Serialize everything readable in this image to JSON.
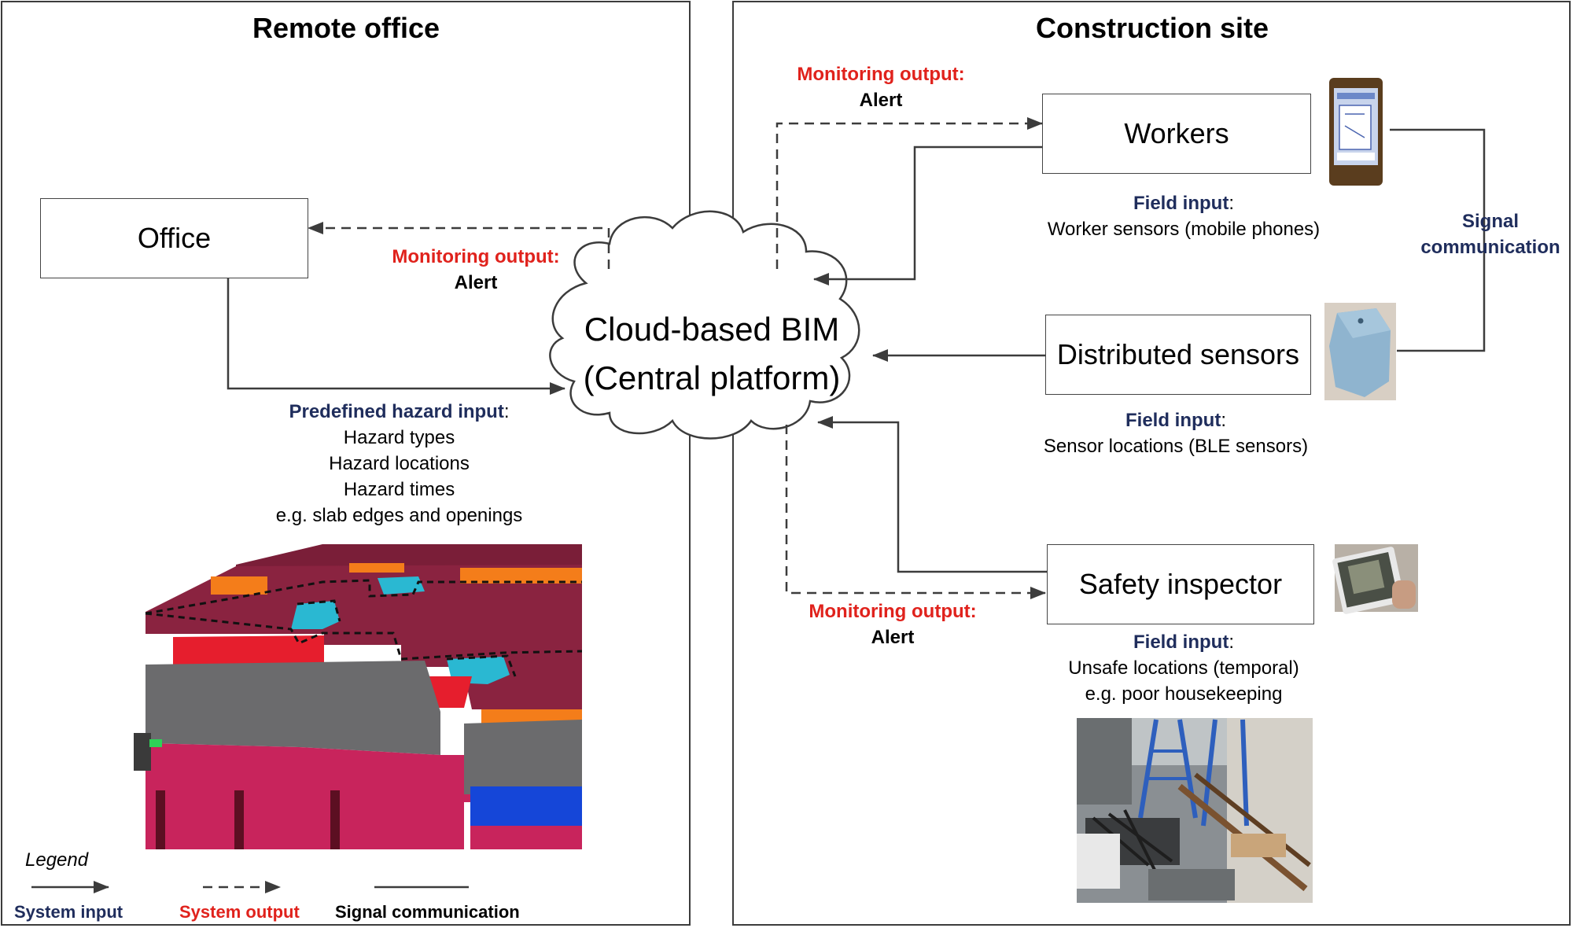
{
  "panels": {
    "remote": {
      "title": "Remote office"
    },
    "site": {
      "title": "Construction site"
    }
  },
  "nodes": {
    "office": "Office",
    "cloud": {
      "line1": "Cloud-based BIM",
      "line2": "(Central platform)"
    },
    "workers": "Workers",
    "sensors": "Distributed sensors",
    "inspector": "Safety inspector"
  },
  "labels": {
    "office_monitoring": {
      "title": "Monitoring output:",
      "value": "Alert"
    },
    "predefined": {
      "title": "Predefined hazard input",
      "colon": ":",
      "items": [
        "Hazard types",
        "Hazard locations",
        "Hazard times",
        "e.g. slab edges and openings"
      ]
    },
    "workers_monitoring": {
      "title": "Monitoring output:",
      "value": "Alert"
    },
    "workers_field": {
      "title": "Field input",
      "colon": ":",
      "value": "Worker sensors (mobile phones)"
    },
    "signal": {
      "line1": "Signal",
      "line2": "communication"
    },
    "sensors_field": {
      "title": "Field input",
      "colon": ":",
      "value": "Sensor locations (BLE sensors)"
    },
    "inspector_monitoring": {
      "title": "Monitoring output:",
      "value": "Alert"
    },
    "inspector_field": {
      "title": "Field input",
      "colon": ":",
      "line1": "Unsafe locations (temporal)",
      "line2": "e.g. poor housekeeping"
    }
  },
  "legend": {
    "title": "Legend",
    "system_input": "System input",
    "system_output": "System output",
    "signal_comm": "Signal communication"
  },
  "colors": {
    "navy": "#1f2d5c",
    "red": "#e0221c",
    "line": "#3c3c3c"
  },
  "images": {
    "bim_model": "building-model-image",
    "phone": "smartphone-image",
    "ble_sensor": "ble-beacon-image",
    "tablet": "tablet-image",
    "site_photo": "construction-site-photo"
  }
}
